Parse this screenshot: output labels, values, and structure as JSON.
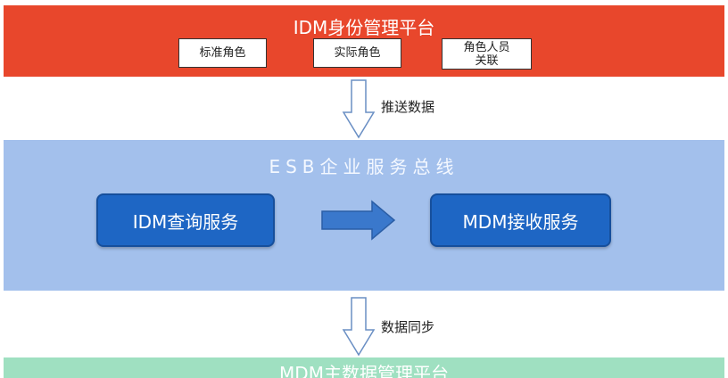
{
  "idm_platform": {
    "title": "IDM身份管理平台",
    "tags": [
      "标准角色",
      "实际角色",
      "角色人员关联"
    ]
  },
  "push_arrow": {
    "label": "推送数据"
  },
  "esb_bus": {
    "title": "ESB企业服务总线",
    "query_service": "IDM查询服务",
    "receive_service": "MDM接收服务"
  },
  "sync_arrow": {
    "label": "数据同步"
  },
  "mdm_platform": {
    "title": "MDM主数据管理平台"
  },
  "colors": {
    "idm_band": "#e8472c",
    "esb_band": "#a3c0ec",
    "mdm_band": "#9fe0c1",
    "service_box": "#1e66c4",
    "flow_arrow": "#3a78cc"
  }
}
